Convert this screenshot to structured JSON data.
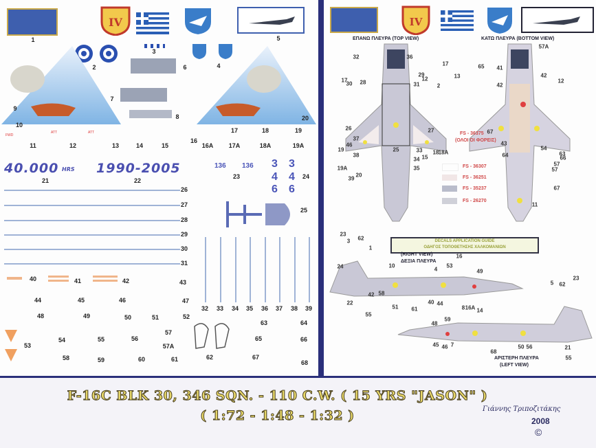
{
  "left_sheet": {
    "decal_numbers": [
      "1",
      "2",
      "3",
      "4",
      "5",
      "6",
      "7",
      "8",
      "9",
      "10",
      "11",
      "12",
      "13",
      "14",
      "15",
      "16",
      "16A",
      "17",
      "17A",
      "18",
      "18A",
      "19",
      "19A",
      "20",
      "21",
      "22",
      "23",
      "24",
      "25",
      "26",
      "27",
      "28",
      "29",
      "30",
      "31",
      "32",
      "33",
      "34",
      "35",
      "36",
      "37",
      "38",
      "39",
      "40",
      "41",
      "42",
      "43",
      "44",
      "45",
      "46",
      "47",
      "48",
      "49",
      "50",
      "51",
      "52",
      "53",
      "54",
      "55",
      "56",
      "57",
      "57A",
      "58",
      "59",
      "60",
      "61",
      "62",
      "63",
      "64",
      "65",
      "66",
      "67",
      "68"
    ],
    "hours_text": "40.000",
    "hours_suffix": "HRS",
    "years_text": "1990-2005",
    "serial_a": "136",
    "serial_b": "136",
    "codes": [
      "3",
      "3",
      "4",
      "4",
      "6",
      "6"
    ],
    "small_labels": [
      "FWD",
      "ATT",
      "ATT"
    ]
  },
  "right_sheet": {
    "top_view_title": "ΕΠΑΝΩ ΠΛΕΥΡΑ (TOP VIEW)",
    "bottom_view_title": "ΚΑΤΩ ΠΛΕΥΡΑ (BOTTOM VIEW)",
    "fs_main": "FS - 36375",
    "fs_main_note": "(ΟΛΟΙ ΟΙ ΦΟΡΕΙΣ)",
    "fs_swatches": [
      {
        "label": "FS - 36307",
        "color": "#ffffff"
      },
      {
        "label": "FS - 36251",
        "color": "#f1e6e6"
      },
      {
        "label": "FS - 35237",
        "color": "#b9bccb"
      },
      {
        "label": "FS - 26270",
        "color": "#cfd0d8"
      }
    ],
    "guide_title_en": "DECALS APPLICATION GUIDE",
    "guide_title_gr": "ΟΔΗΓΟΣ ΤΟΠΟΘΕΤΗΣΗΣ ΧΑΛΚΟΜΑΝΙΩΝ",
    "right_view_en": "(RIGHT VIEW)",
    "right_view_gr": "ΔΕΞΙΑ ΠΛΕΥΡΑ",
    "left_view_gr": "ΑΡΙΣΤΕΡΗ ΠΛΕΥΡΑ",
    "left_view_en": "(LEFT VIEW)",
    "callouts": [
      "32",
      "36",
      "30",
      "31",
      "29",
      "2",
      "17",
      "12",
      "28",
      "17",
      "26",
      "37",
      "19",
      "19A",
      "38",
      "39",
      "20",
      "46",
      "25",
      "35",
      "34",
      "33",
      "15",
      "18",
      "18A",
      "27",
      "65",
      "41",
      "57A",
      "42",
      "42",
      "13",
      "12",
      "63",
      "57",
      "54",
      "43",
      "64",
      "67",
      "66",
      "57",
      "67",
      "11",
      "23",
      "3",
      "62",
      "1",
      "24",
      "10",
      "4",
      "53",
      "16",
      "49",
      "22",
      "42",
      "55",
      "58",
      "51",
      "40",
      "61",
      "44",
      "8",
      "16A",
      "14",
      "23",
      "5",
      "62",
      "48",
      "59",
      "45",
      "46",
      "7",
      "68",
      "50",
      "56",
      "21",
      "55"
    ]
  },
  "footer": {
    "title_line1": "F-16C  BLK 30, 346 SQN. - 110 C.W.  ( 15 YRS  \"JASON\" )",
    "title_line2": "( 1:72 - 1:48 - 1:32 )",
    "signature": "Γιάννης Τριποζιτάκης",
    "year": "2008",
    "copyright": "©"
  },
  "colors": {
    "divider": "#2a2f7a",
    "title_fill": "#e8d86a",
    "decal_blue": "#4a4fb0",
    "fs_red": "#d04848"
  }
}
